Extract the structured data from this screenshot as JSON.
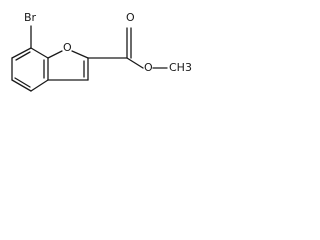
{
  "molecule": {
    "atoms": {
      "bromine": "Br",
      "ring_oxygen": "O",
      "carbonyl_oxygen": "O",
      "ester_oxygen": "O",
      "methyl": "CH3"
    }
  }
}
